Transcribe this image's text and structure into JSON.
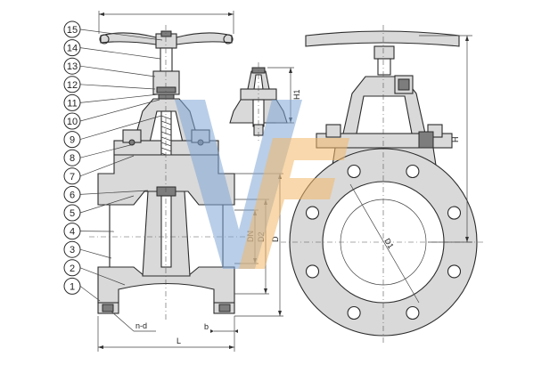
{
  "callouts": [
    "15",
    "14",
    "13",
    "12",
    "11",
    "10",
    "9",
    "8",
    "7",
    "6",
    "5",
    "4",
    "3",
    "2",
    "1"
  ],
  "dimensions": {
    "dn": "DN",
    "d2": "D2",
    "d": "D",
    "d1": "D1",
    "h": "H",
    "h1": "H1",
    "l": "L",
    "b": "b",
    "nd": "n-d"
  },
  "colors": {
    "logo_blue": "#7fa6d6",
    "logo_orange": "#f2b867",
    "body_gray": "#d9d9d9"
  },
  "icons": [
    "handwheel-icon",
    "watermark-logo-icon"
  ]
}
